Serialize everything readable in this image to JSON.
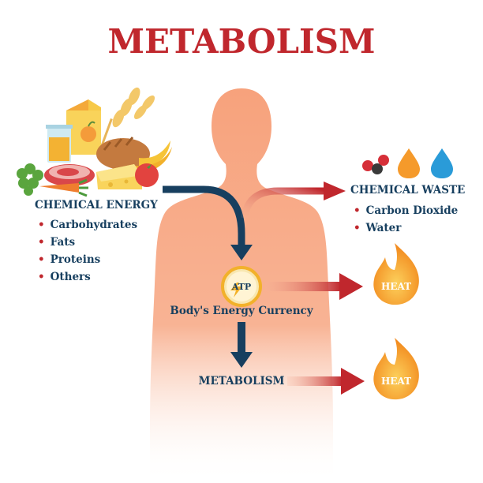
{
  "title": "METABOLISM",
  "chemical_energy": {
    "heading": "CHEMICAL ENERGY",
    "items": [
      "Carbohydrates",
      "Fats",
      "Proteins",
      "Others"
    ]
  },
  "chemical_waste": {
    "heading": "CHEMICAL WASTE",
    "items": [
      "Carbon Dioxide",
      "Water"
    ]
  },
  "atp": {
    "label": "ATP",
    "caption": "Body's Energy Currency"
  },
  "metabolism_label": "METABOLISM",
  "heat_labels": [
    "HEAT",
    "HEAT"
  ],
  "colors": {
    "title_red": "#c0272d",
    "navy": "#173f5f",
    "skin": "#f6a882",
    "flame_orange": "#f59a2b",
    "drop_blue": "#2a9bd8"
  }
}
